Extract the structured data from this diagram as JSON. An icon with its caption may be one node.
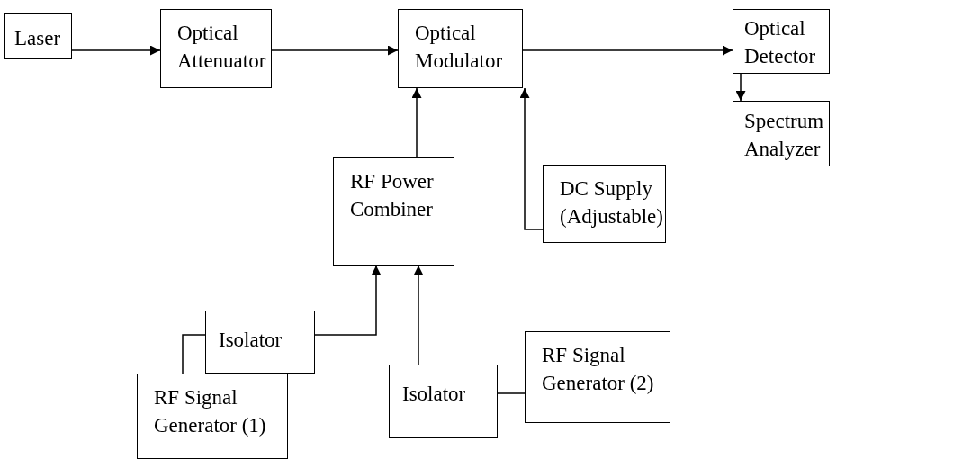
{
  "diagram": {
    "nodes": [
      {
        "text": [
          "Laser"
        ]
      },
      {
        "text": [
          "Optical Attenuator"
        ]
      },
      {
        "text": [
          "Optical Modulator"
        ]
      },
      {
        "text": [
          "Optical Detector"
        ]
      },
      {
        "text": [
          "Spectrum Analyzer"
        ]
      },
      {
        "text": [
          "DC Supply (Adjustable)"
        ]
      },
      {
        "text": [
          "RF Power Combiner"
        ]
      },
      {
        "text": [
          "Isolator"
        ]
      },
      {
        "text": [
          "RF Signal Generator (1)"
        ]
      },
      {
        "text": [
          "Isolator"
        ]
      },
      {
        "text": [
          "RF Signal Generator (2)"
        ]
      }
    ],
    "edges": [
      {
        "from": 0,
        "to": 1,
        "arrow": "to"
      },
      {
        "from": 1,
        "to": 2,
        "arrow": "to"
      },
      {
        "from": 2,
        "to": 3,
        "arrow": "to"
      },
      {
        "from": 3,
        "to": 4,
        "arrow": "to"
      },
      {
        "from": 6,
        "to": 2,
        "arrow": "to"
      },
      {
        "from": 5,
        "to": 2,
        "arrow": "to"
      },
      {
        "from": 7,
        "to": 6,
        "arrow": "to"
      },
      {
        "from": 9,
        "to": 6,
        "arrow": "to"
      },
      {
        "from": 8,
        "to": 7,
        "arrow": "none"
      },
      {
        "from": 9,
        "to": 10,
        "arrow": "none"
      }
    ]
  }
}
